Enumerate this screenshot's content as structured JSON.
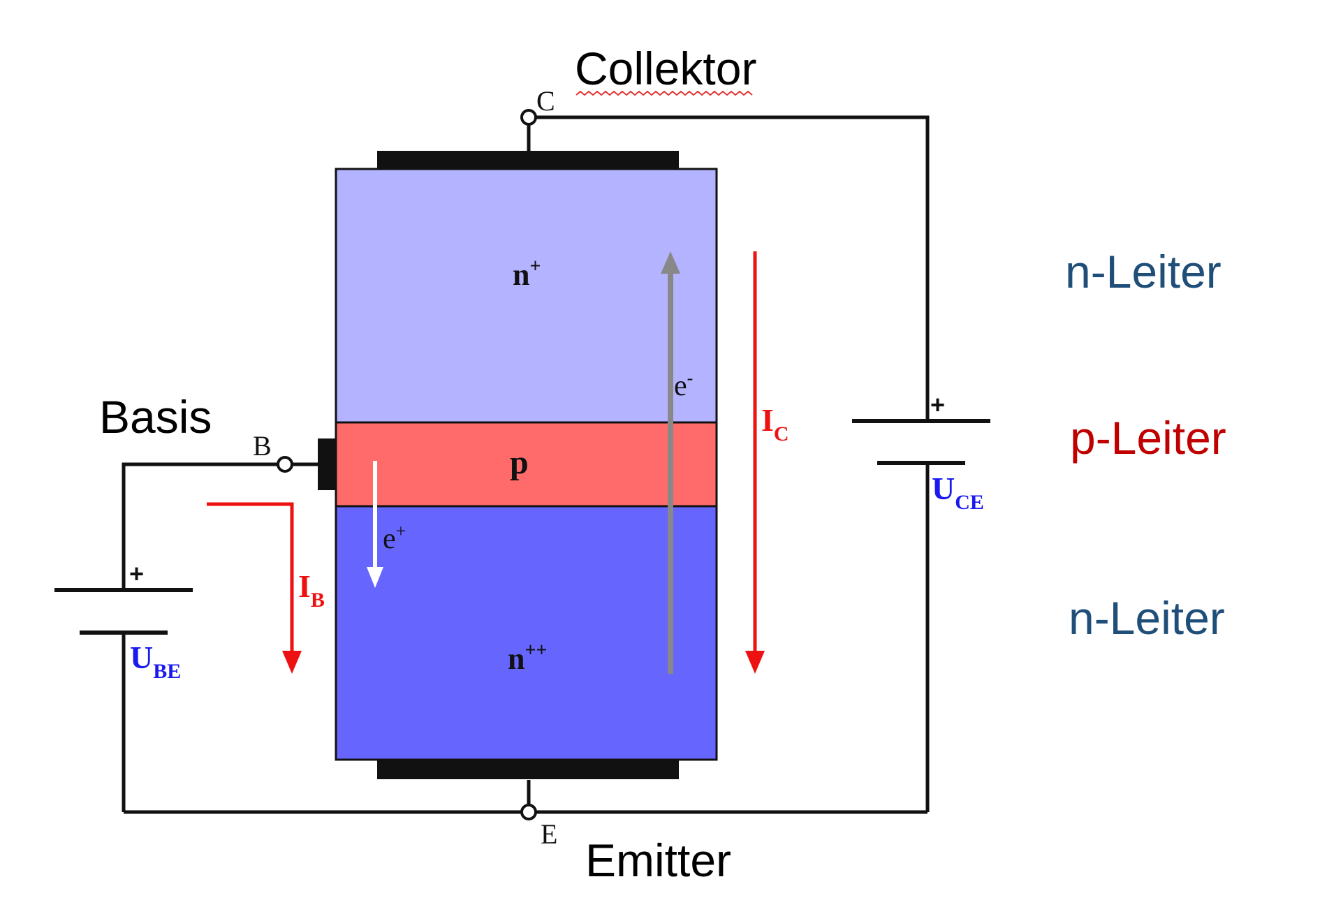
{
  "terminals": {
    "collector": {
      "name": "Collektor",
      "letter": "C"
    },
    "base": {
      "name": "Basis",
      "letter": "B"
    },
    "emitter": {
      "name": "Emitter",
      "letter": "E"
    }
  },
  "layers": [
    {
      "label": "n",
      "sup": "+",
      "color": "#b3b3ff"
    },
    {
      "label": "p",
      "sup": "",
      "color": "#ff6b6b"
    },
    {
      "label": "n",
      "sup": "++",
      "color": "#6666ff"
    }
  ],
  "carriers": {
    "electron": {
      "label": "e",
      "sup": "-",
      "color": "#888888"
    },
    "hole": {
      "label": "e",
      "sup": "+",
      "color": "#ffffff"
    }
  },
  "currents": {
    "collector": {
      "main": "I",
      "sub": "C",
      "color": "#ee1111"
    },
    "base": {
      "main": "I",
      "sub": "B",
      "color": "#ee1111"
    }
  },
  "sources": {
    "uce": {
      "plus": "+",
      "main": "U",
      "sub": "CE",
      "color": "#1a1aee"
    },
    "ube": {
      "plus": "+",
      "main": "U",
      "sub": "BE",
      "color": "#1a1aee"
    }
  },
  "legend": [
    {
      "text": "n-Leiter",
      "color": "#1f4e79"
    },
    {
      "text": "p-Leiter",
      "color": "#c00000"
    },
    {
      "text": "n-Leiter",
      "color": "#1f4e79"
    }
  ],
  "colors": {
    "wire": "#111111",
    "spellcheck": "#e03030"
  }
}
